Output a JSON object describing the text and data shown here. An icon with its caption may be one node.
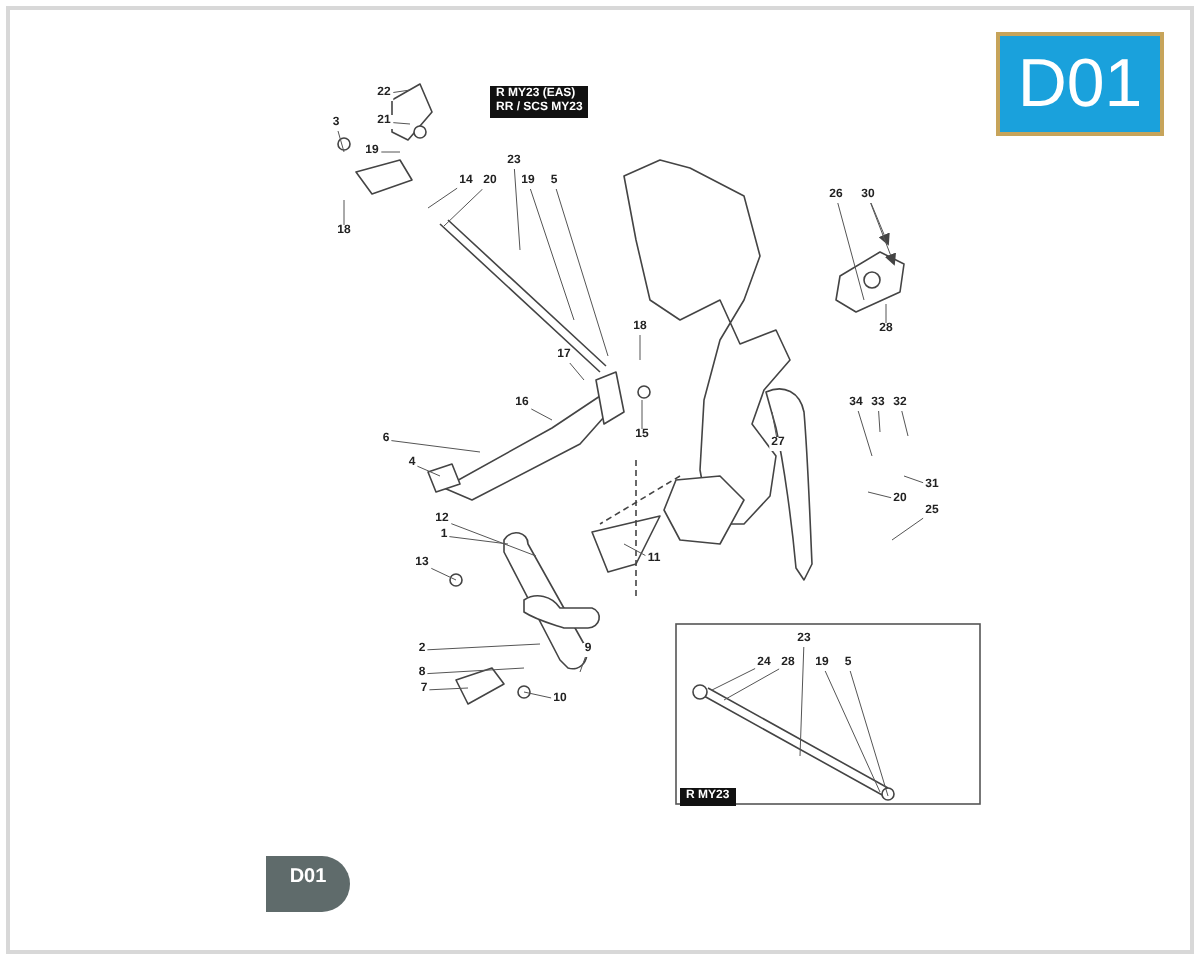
{
  "diagram": {
    "nodes": [
      {
        "text": [
          "22"
        ]
      },
      {
        "text": [
          "21"
        ]
      },
      {
        "text": [
          "3"
        ]
      },
      {
        "text": [
          "19"
        ]
      },
      {
        "text": [
          "18"
        ]
      },
      {
        "text": [
          "23"
        ]
      },
      {
        "text": [
          "14"
        ]
      },
      {
        "text": [
          "20"
        ]
      },
      {
        "text": [
          "19"
        ]
      },
      {
        "text": [
          "5"
        ]
      },
      {
        "text": [
          "18"
        ]
      },
      {
        "text": [
          "17"
        ]
      },
      {
        "text": [
          "16"
        ]
      },
      {
        "text": [
          "15"
        ]
      },
      {
        "text": [
          "6"
        ]
      },
      {
        "text": [
          "4"
        ]
      },
      {
        "text": [
          "12"
        ]
      },
      {
        "text": [
          "1"
        ]
      },
      {
        "text": [
          "13"
        ]
      },
      {
        "text": [
          "11"
        ]
      },
      {
        "text": [
          "2"
        ]
      },
      {
        "text": [
          "9"
        ]
      },
      {
        "text": [
          "8"
        ]
      },
      {
        "text": [
          "7"
        ]
      },
      {
        "text": [
          "10"
        ]
      },
      {
        "text": [
          "26"
        ]
      },
      {
        "text": [
          "30"
        ]
      },
      {
        "text": [
          "28"
        ]
      },
      {
        "text": [
          "27"
        ]
      },
      {
        "text": [
          "34"
        ]
      },
      {
        "text": [
          "33"
        ]
      },
      {
        "text": [
          "32"
        ]
      },
      {
        "text": [
          "31"
        ]
      },
      {
        "text": [
          "20"
        ]
      },
      {
        "text": [
          "25"
        ]
      },
      {
        "text": [
          "23"
        ]
      },
      {
        "text": [
          "24"
        ]
      },
      {
        "text": [
          "28"
        ]
      },
      {
        "text": [
          "19"
        ]
      },
      {
        "text": [
          "5"
        ]
      }
    ],
    "edges": [
      {
        "from": 0,
        "to": null,
        "arrow": "none"
      },
      {
        "from": 1,
        "to": null,
        "arrow": "none"
      },
      {
        "from": 2,
        "to": null,
        "arrow": "none"
      },
      {
        "from": 3,
        "to": null,
        "arrow": "none"
      },
      {
        "from": 4,
        "to": null,
        "arrow": "none"
      },
      {
        "from": 5,
        "to": null,
        "arrow": "none"
      },
      {
        "from": 6,
        "to": null,
        "arrow": "none"
      },
      {
        "from": 7,
        "to": null,
        "arrow": "none"
      },
      {
        "from": 8,
        "to": null,
        "arrow": "none"
      },
      {
        "from": 9,
        "to": null,
        "arrow": "none"
      },
      {
        "from": 10,
        "to": null,
        "arrow": "none"
      },
      {
        "from": 11,
        "to": null,
        "arrow": "none"
      },
      {
        "from": 12,
        "to": null,
        "arrow": "none"
      },
      {
        "from": 13,
        "to": null,
        "arrow": "none"
      },
      {
        "from": 14,
        "to": null,
        "arrow": "none"
      },
      {
        "from": 15,
        "to": null,
        "arrow": "none"
      },
      {
        "from": 16,
        "to": null,
        "arrow": "none"
      },
      {
        "from": 17,
        "to": null,
        "arrow": "none"
      },
      {
        "from": 18,
        "to": null,
        "arrow": "none"
      },
      {
        "from": 19,
        "to": null,
        "arrow": "none"
      },
      {
        "from": 20,
        "to": null,
        "arrow": "none"
      },
      {
        "from": 21,
        "to": null,
        "arrow": "none"
      },
      {
        "from": 22,
        "to": null,
        "arrow": "none"
      },
      {
        "from": 23,
        "to": null,
        "arrow": "none"
      },
      {
        "from": 24,
        "to": null,
        "arrow": "none"
      },
      {
        "from": 25,
        "to": null,
        "arrow": "none"
      },
      {
        "from": 26,
        "to": null,
        "arrow": "to"
      },
      {
        "from": 26,
        "to": null,
        "arrow": "to"
      },
      {
        "from": 27,
        "to": null,
        "arrow": "none"
      },
      {
        "from": 28,
        "to": null,
        "arrow": "none"
      },
      {
        "from": 29,
        "to": null,
        "arrow": "none"
      },
      {
        "from": 30,
        "to": null,
        "arrow": "none"
      },
      {
        "from": 31,
        "to": null,
        "arrow": "none"
      },
      {
        "from": 32,
        "to": null,
        "arrow": "none"
      },
      {
        "from": 33,
        "to": null,
        "arrow": "none"
      },
      {
        "from": 34,
        "to": null,
        "arrow": "none"
      },
      {
        "from": 35,
        "to": null,
        "arrow": "none"
      },
      {
        "from": 36,
        "to": null,
        "arrow": "none"
      },
      {
        "from": 37,
        "to": null,
        "arrow": "none"
      },
      {
        "from": 38,
        "to": null,
        "arrow": "none"
      },
      {
        "from": 39,
        "to": null,
        "arrow": "none"
      }
    ],
    "labels": [
      "D01",
      "R MY23 (EAS)",
      "RR / SCS MY23",
      "R MY23",
      "D01"
    ]
  }
}
